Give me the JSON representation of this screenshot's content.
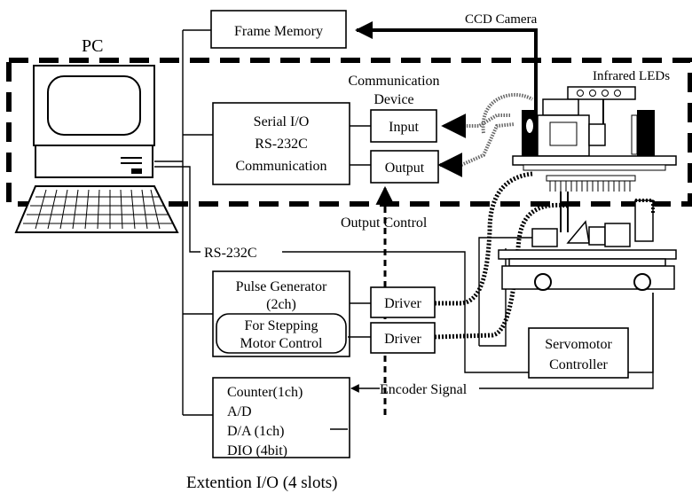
{
  "labels": {
    "frame_memory": "Frame Memory",
    "ccd_camera": "CCD Camera",
    "pc": "PC",
    "communication_device_line1": "Communication",
    "communication_device_line2": "Device",
    "infrared_leds": "Infrared LEDs",
    "serial_io_line1": "Serial I/O",
    "serial_io_line2": "RS-232C",
    "serial_io_line3": "Communication",
    "input": "Input",
    "output": "Output",
    "output_control": "Output Control",
    "rs232c": "RS-232C",
    "pulse_generator_line1": "Pulse Generator",
    "pulse_generator_line2": "(2ch)",
    "stepping_line1": "For  Stepping",
    "stepping_line2": "Motor Control",
    "driver": "Driver",
    "servo_line1": "Servomotor",
    "servo_line2": "Controller",
    "counter": "Counter(1ch)",
    "ad": "A/D",
    "da": "D/A (1ch)",
    "dio": "DIO (4bit)",
    "encoder_signal": "Encoder Signal",
    "extension_io": "Extention I/O (4 slots)"
  }
}
